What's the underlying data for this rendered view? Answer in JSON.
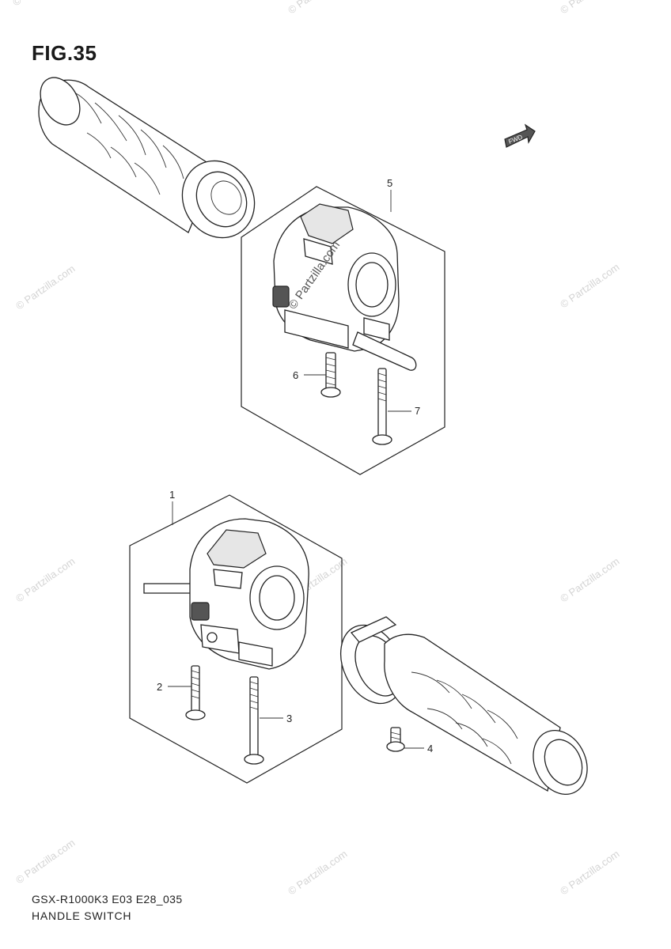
{
  "figure": {
    "title": "FIG.35",
    "fwd_label": "FWD"
  },
  "footer": {
    "code": "GSX-R1000K3 E03 E28_035",
    "name": "HANDLE SWITCH"
  },
  "callouts": {
    "c1": "1",
    "c2": "2",
    "c3": "3",
    "c4": "4",
    "c5": "5",
    "c6": "6",
    "c7": "7"
  },
  "watermark": {
    "text": "© Partzilla.com"
  }
}
